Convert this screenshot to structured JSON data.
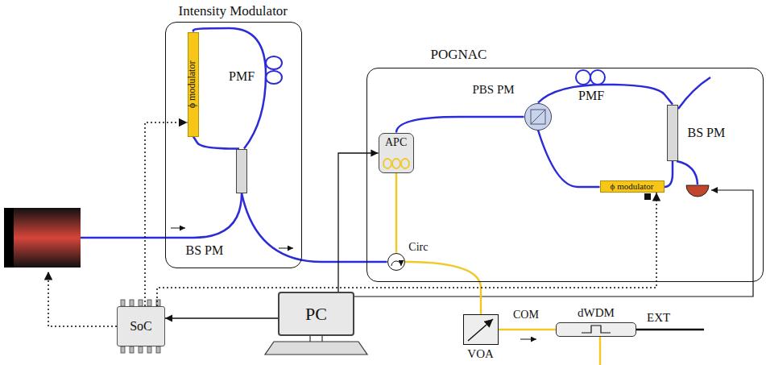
{
  "diagram": {
    "nodes": [
      {
        "text": [
          "Intensity Modulator"
        ]
      },
      {
        "text": [
          "ϕ modulator"
        ],
        "in": 0
      },
      {
        "text": [
          "BS PM"
        ],
        "in": 0
      },
      {
        "text": [
          "POGNAC"
        ]
      },
      {
        "text": [
          "PBS PM"
        ],
        "in": 3
      },
      {
        "text": [
          "BS PM"
        ],
        "in": 3
      },
      {
        "text": [
          "ϕ modulator"
        ],
        "in": 3
      },
      {
        "text": [
          "APC"
        ],
        "in": 3
      },
      {
        "text": [
          "Circ"
        ],
        "in": 3
      },
      {
        "text": [
          "SoC"
        ]
      },
      {
        "text": [
          "PC"
        ]
      },
      {
        "text": [
          "VOA"
        ]
      },
      {
        "text": [
          "dWDM"
        ]
      }
    ],
    "edges": [
      {
        "from": 2,
        "to": 1,
        "arrow": "none"
      },
      {
        "from": 2,
        "to": 1,
        "arrow": "none"
      },
      {
        "from": 2,
        "to": 8,
        "arrow": "none"
      },
      {
        "from": 8,
        "to": 7,
        "arrow": "none"
      },
      {
        "from": 7,
        "to": 4,
        "arrow": "none"
      },
      {
        "from": 4,
        "to": 5,
        "arrow": "none"
      },
      {
        "from": 4,
        "to": 6,
        "arrow": "none"
      },
      {
        "from": 6,
        "to": 5,
        "arrow": "none"
      },
      {
        "from": 8,
        "to": 11,
        "arrow": "none"
      },
      {
        "from": 11,
        "to": 12,
        "arrow": "none"
      },
      {
        "from": 10,
        "to": 9,
        "arrow": "to"
      },
      {
        "from": 9,
        "to": 1,
        "arrow": "to"
      },
      {
        "from": 9,
        "to": 6,
        "arrow": "to"
      },
      {
        "from": 10,
        "to": 7,
        "arrow": "to"
      }
    ],
    "labels": [
      "PMF",
      "PMF",
      "COM",
      "EXT"
    ]
  }
}
